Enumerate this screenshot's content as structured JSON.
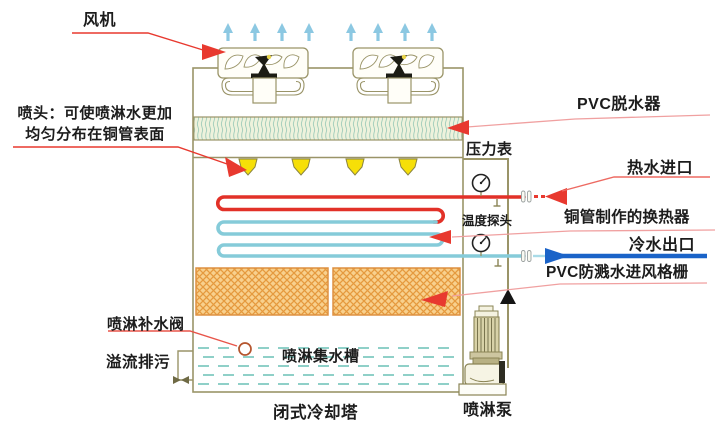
{
  "diagram": {
    "labels": {
      "fan": "风机",
      "nozzle_line1": "喷头：可使喷淋水更加",
      "nozzle_line2": "均匀分布在铜管表面",
      "pvc_eliminator": "PVC脱水器",
      "pressure_gauge": "压力表",
      "hot_water_inlet": "热水进口",
      "temperature_probe": "温度探头",
      "copper_tube_heat_exchanger": "铜管制作的换热器",
      "cold_water_outlet": "冷水出口",
      "pvc_air_intake_grille": "PVC防溅水进风格栅",
      "spray_makeup_valve": "喷淋补水阀",
      "overflow_drain": "溢流排污",
      "spray_water_basin": "喷淋集水槽",
      "tower_name": "闭式冷却塔",
      "spray_pump": "喷淋泵"
    },
    "colors": {
      "leader_red": "#e8392f",
      "leader_pink": "#f09c9c",
      "pipe_hot_red": "#e23128",
      "coil_blue": "#85cbd9",
      "outlet_blue_bold": "#1a63c8",
      "outlet_blue_pale": "#a9dbe8",
      "structure_olive": "#9a9468",
      "nozzle_yellow": "#f6df08",
      "grille_orange_bg": "#f8d08d",
      "grille_orange_line": "#e59a3e",
      "eliminator_green": "#a6cfbd",
      "water_teal": "#8fd0c8",
      "air_arrow_blue": "#8cc8e2"
    }
  }
}
